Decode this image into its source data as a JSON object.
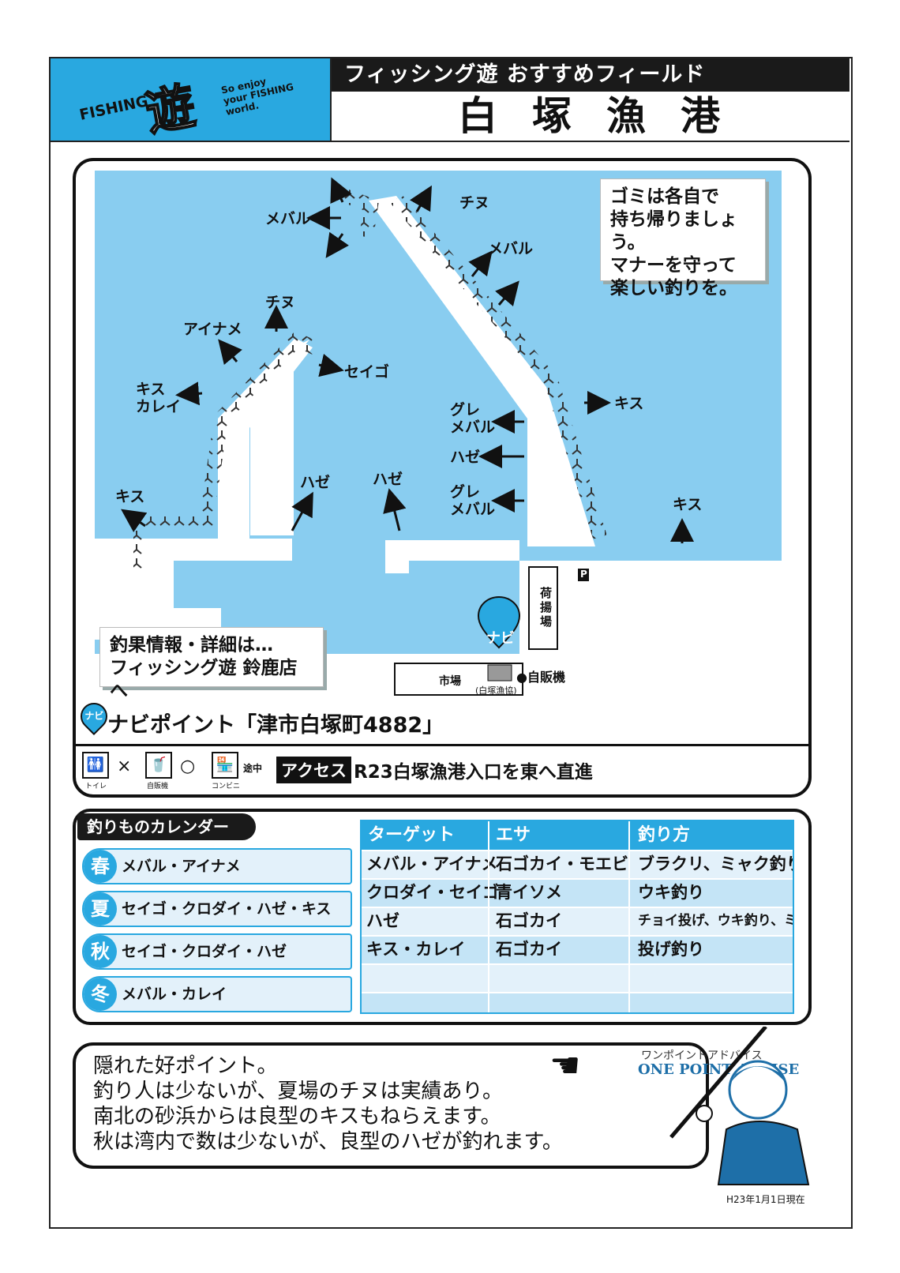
{
  "header": {
    "logo_fishing": "FISHING",
    "logo_yu": "遊",
    "logo_tagline": "So enjoy\nyour FISHING\nworld.",
    "series_title": "フィッシング遊 おすすめフィールド",
    "spot_name": "白塚漁港"
  },
  "map": {
    "colors": {
      "sea": "#89cdf0",
      "land": "#ffffff",
      "tetrapod": "#333333"
    },
    "fish_labels": [
      {
        "id": "mebaru-nw",
        "text": "メバル"
      },
      {
        "id": "chinu-n",
        "text": "チヌ"
      },
      {
        "id": "mebaru-ne",
        "text": "メバル"
      },
      {
        "id": "chinu-w",
        "text": "チヌ"
      },
      {
        "id": "ainame",
        "text": "アイナメ"
      },
      {
        "id": "seigo",
        "text": "セイゴ"
      },
      {
        "id": "kisu-karei",
        "text": "キス\nカレイ"
      },
      {
        "id": "kisu-e",
        "text": "キス"
      },
      {
        "id": "gure-mebaru-1",
        "text": "グレ\nメバル"
      },
      {
        "id": "haze-inner",
        "text": "ハゼ"
      },
      {
        "id": "gure-mebaru-2",
        "text": "グレ\nメバル"
      },
      {
        "id": "kisu-sw",
        "text": "キス"
      },
      {
        "id": "haze-1",
        "text": "ハゼ"
      },
      {
        "id": "haze-2",
        "text": "ハゼ"
      },
      {
        "id": "kisu-se",
        "text": "キス"
      }
    ],
    "notice": "ゴミは各自で\n持ち帰りましょう。\nマナーを守って\n楽しい釣りを。",
    "info_box": "釣果情報・詳細は…\nフィッシング遊 鈴鹿店へ",
    "landmarks": {
      "parking": "P",
      "loading_area": "荷揚場",
      "market": "市場",
      "coop": "(白塚漁協)",
      "vending": "●自販機",
      "navi_pin": "ナビ"
    }
  },
  "navi_point": {
    "icon": "ナビ",
    "text": "ナビポイント「津市白塚町4882」"
  },
  "facilities": {
    "toilet": {
      "caption": "トイレ",
      "mark": "×"
    },
    "vending": {
      "caption": "自販機",
      "mark": "○"
    },
    "convenience": {
      "caption": "コンビニ",
      "mark": "途中"
    },
    "access_label": "アクセス",
    "access_text": "R23白塚漁港入口を東へ直進"
  },
  "calendar": {
    "title": "釣りものカレンダー",
    "seasons": [
      {
        "badge": "春",
        "fish": "メバル・アイナメ"
      },
      {
        "badge": "夏",
        "fish": "セイゴ・クロダイ・ハゼ・キス"
      },
      {
        "badge": "秋",
        "fish": "セイゴ・クロダイ・ハゼ"
      },
      {
        "badge": "冬",
        "fish": "メバル・カレイ"
      }
    ],
    "table": {
      "headers": [
        "ターゲット",
        "エサ",
        "釣り方"
      ],
      "rows": [
        [
          "メバル・アイナメ",
          "石ゴカイ・モエビ",
          "ブラクリ、ミャク釣り"
        ],
        [
          "クロダイ・セイゴ",
          "青イソメ",
          "ウキ釣り"
        ],
        [
          "ハゼ",
          "石ゴカイ",
          "チョイ投げ、ウキ釣り、ミャク釣り"
        ],
        [
          "キス・カレイ",
          "石ゴカイ",
          "投げ釣り"
        ],
        [
          "",
          "",
          ""
        ],
        [
          "",
          "",
          ""
        ]
      ]
    }
  },
  "advice": {
    "label_jp": "ワンポイントアドバイス",
    "label_en": "ONE POINT ADVISE",
    "text": "隠れた好ポイント。\n釣り人は少ないが、夏場のチヌは実績あり。\n南北の砂浜からは良型のキスもねらえます。\n秋は湾内で数は少ないが、良型のハゼが釣れます。",
    "date_note": "H23年1月1日現在"
  }
}
